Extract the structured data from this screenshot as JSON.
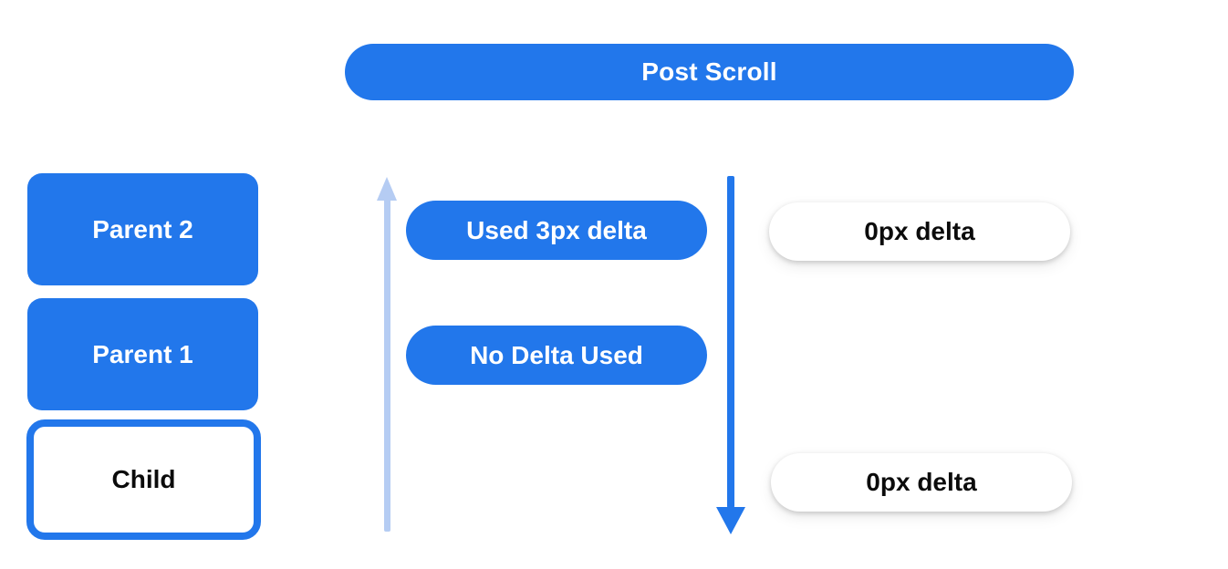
{
  "title": "Post Scroll nested scrolling diagram",
  "colors": {
    "primary_blue": "#2277EB",
    "light_blue": "#B5CCF3",
    "white": "#ffffff",
    "text_dark": "#0b0b0b"
  },
  "header": {
    "label": "Post Scroll"
  },
  "nodes": {
    "parent2": "Parent 2",
    "parent1": "Parent 1",
    "child": "Child"
  },
  "middle": {
    "used_delta": "Used 3px delta",
    "no_delta": "No Delta Used"
  },
  "right": {
    "top_delta": "0px delta",
    "bottom_delta": "0px delta"
  },
  "icons": {
    "up_arrow": "upward scroll arrow (light blue)",
    "down_arrow": "downward scroll arrow (blue)"
  }
}
